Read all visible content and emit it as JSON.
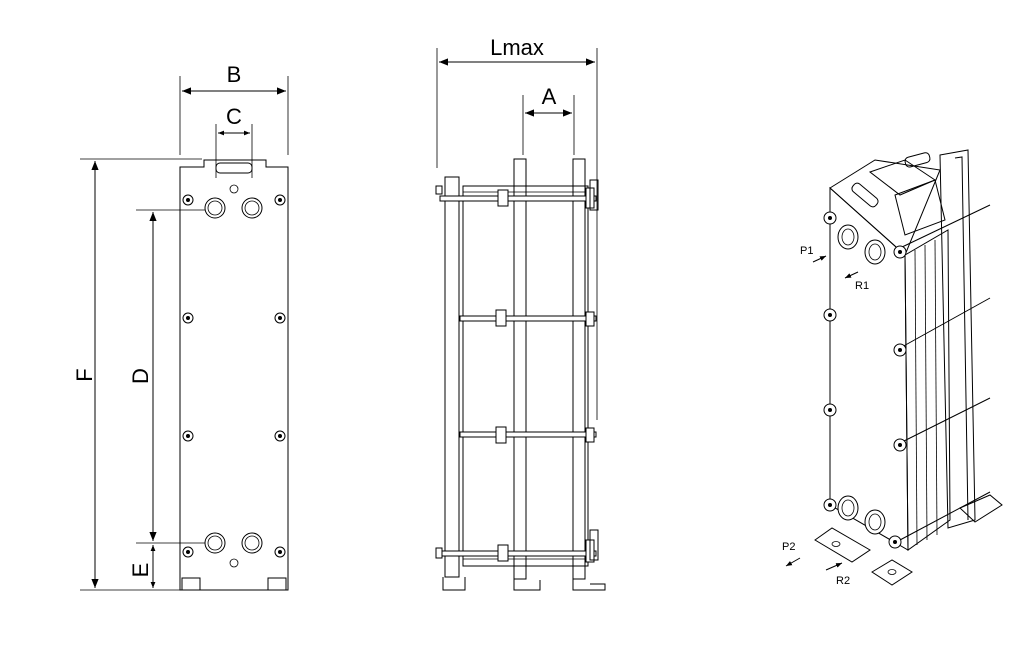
{
  "dimensions": {
    "B": "B",
    "C": "C",
    "F": "F",
    "D": "D",
    "E": "E",
    "Lmax": "Lmax",
    "A": "A"
  },
  "ports": {
    "P1": "P1",
    "R1": "R1",
    "P2": "P2",
    "R2": "R2"
  }
}
